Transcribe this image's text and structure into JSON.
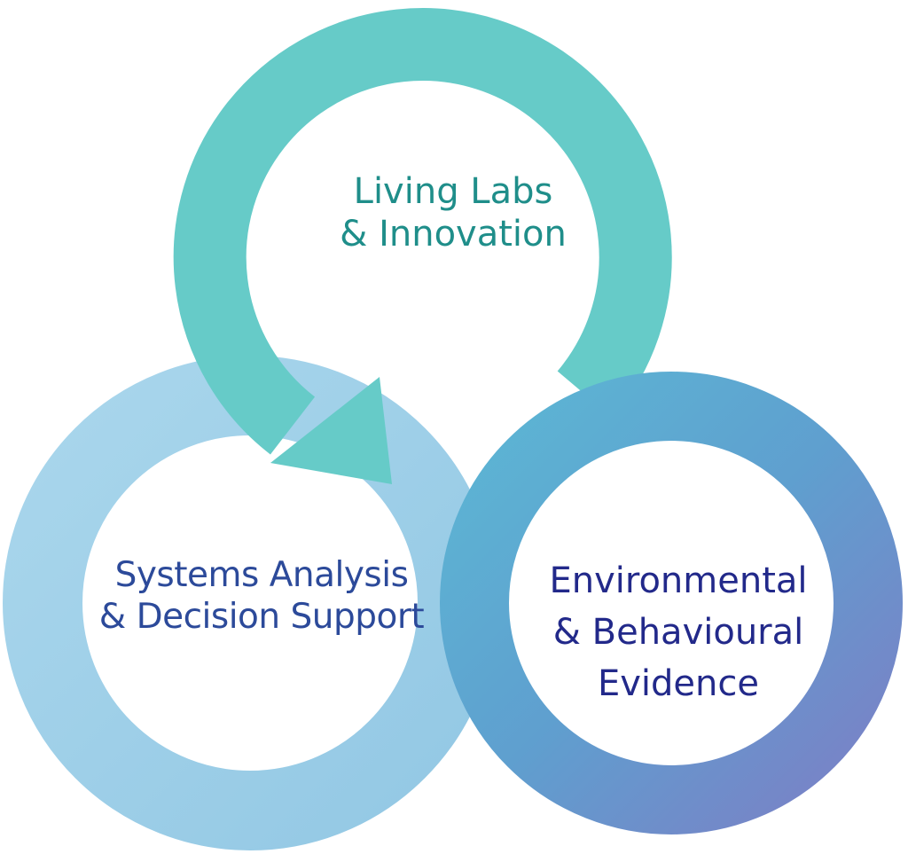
{
  "diagram": {
    "cycles": [
      {
        "id": "living-labs",
        "lines": [
          "Living Labs",
          "& Innovation"
        ],
        "color": "#66cbc8",
        "text_color": "#1f8e8a"
      },
      {
        "id": "systems-analysis",
        "lines": [
          "Systems Analysis",
          "& Decision Support"
        ],
        "color": "#a2d2ea",
        "text_color": "#2c4a9a"
      },
      {
        "id": "environmental-evidence",
        "lines": [
          "Environmental",
          "& Behavioural",
          "Evidence"
        ],
        "color_start": "#5aaed0",
        "color_end": "#7b86c9",
        "text_color": "#22298a"
      }
    ]
  }
}
